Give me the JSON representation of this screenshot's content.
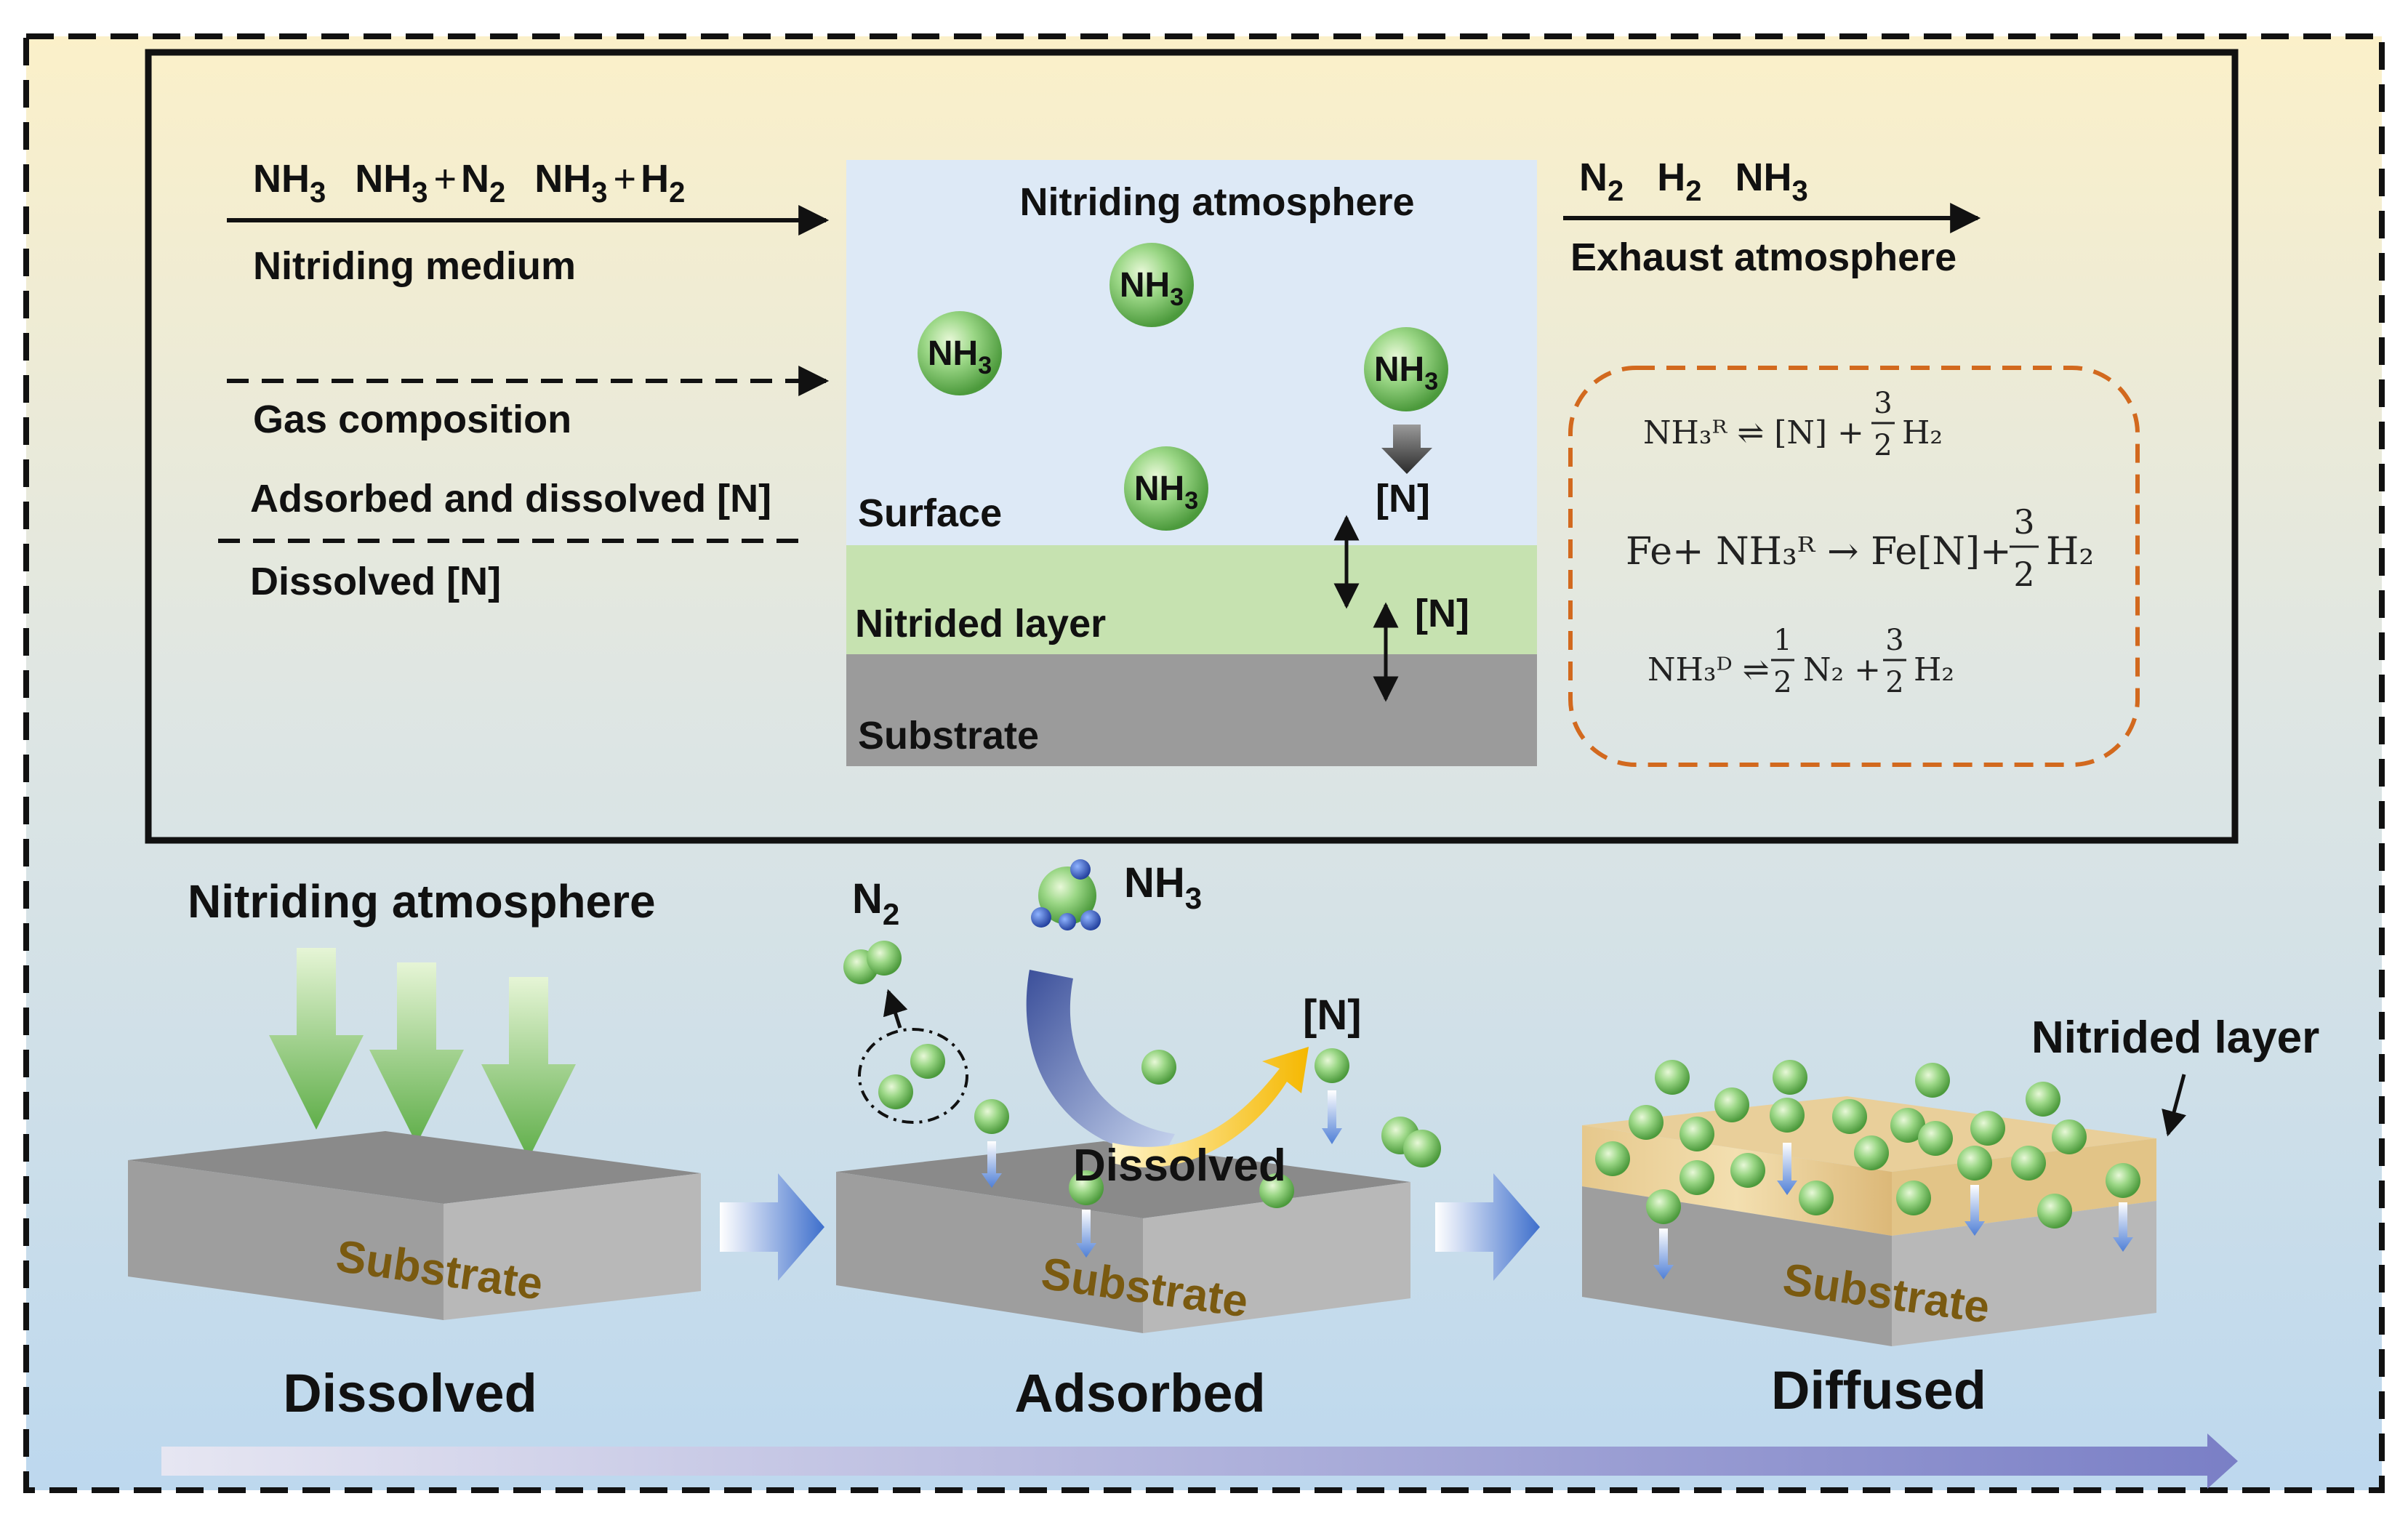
{
  "top_panel": {
    "medium_line": {
      "nh3": "NH",
      "sub3": "3",
      "plus": "+",
      "n": "N",
      "sub2": "2",
      "h": "H"
    },
    "nitriding_medium": "Nitriding medium",
    "gas_composition": "Gas composition",
    "adsorbed_dissolved": "Adsorbed and dissolved [N]",
    "dissolved": "Dissolved [N]",
    "atmosphere_box": {
      "title": "Nitriding atmosphere",
      "molecule_label": "NH",
      "molecule_sub": "3",
      "surface": "Surface",
      "n_label": "[N]",
      "nitrided_layer": "Nitrided layer",
      "substrate": "Substrate"
    },
    "exhaust": {
      "gases": [
        "N",
        "H",
        "NH"
      ],
      "gas_subs": [
        "2",
        "2",
        "3"
      ],
      "label": "Exhaust atmosphere"
    },
    "equations": [
      {
        "text": "NH₃ᴿ ⇌ [N] + ",
        "frac_num": "3",
        "frac_den": "2",
        "tail": "H₂"
      },
      {
        "text": "Fe+ NH₃ᴿ → Fe[N]+",
        "frac_num": "3",
        "frac_den": "2",
        "tail": "H₂"
      },
      {
        "text": "NH₃ᴰ ⇌ ",
        "frac_num": "1",
        "frac_den": "2",
        "mid": "N₂ +",
        "frac2_num": "3",
        "frac2_den": "2",
        "tail": "H₂"
      }
    ]
  },
  "bottom_panel": {
    "nitriding_atmosphere": "Nitriding atmosphere",
    "n2": "N",
    "n2_sub": "2",
    "nh3": "NH",
    "nh3_sub": "3",
    "n_label": "[N]",
    "dissolved_mid": "Dissolved",
    "nitrided_layer": "Nitrided layer",
    "substrate": "Substrate",
    "stages": [
      "Dissolved",
      "Adsorbed",
      "Diffused"
    ]
  },
  "colors": {
    "green_sphere": "#8fd17a",
    "substrate_gray": "#9e9e9e",
    "substrate_text": "#7a5a10",
    "blue_arrow": "#4a74c9",
    "dashed_orange": "#d2691e"
  }
}
